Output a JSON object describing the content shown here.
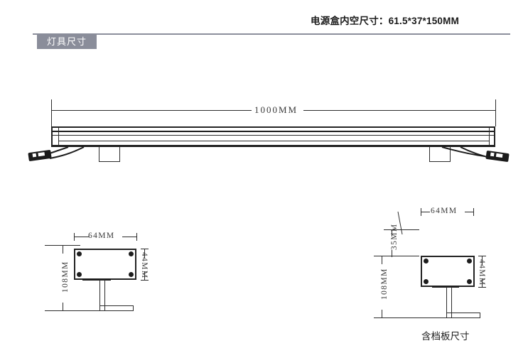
{
  "header": {
    "spec_note": "电源盒内空尺寸：61.5*37*150MM",
    "section_label": "灯具尺寸"
  },
  "elevation_view": {
    "length_label": "1000MM"
  },
  "section_view_left": {
    "width_label": "64MM",
    "height_label": "44MM",
    "overall_height_label": "108MM"
  },
  "section_view_right": {
    "width_label": "64MM",
    "height_label": "44MM",
    "offset_label": "35MM",
    "overall_height_label": "108MM",
    "caption": "含档板尺寸"
  },
  "colors": {
    "line": "#2b2b2b",
    "chip_bg": "#8a8d9a",
    "rule": "#8c8f9c",
    "text": "#1a1a1a"
  }
}
